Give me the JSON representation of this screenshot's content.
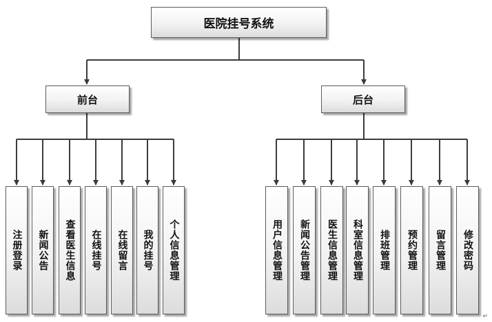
{
  "root": {
    "label": "医院挂号系统"
  },
  "front": {
    "label": "前台",
    "children": [
      "注册登录",
      "新闻公告",
      "查看医生信息",
      "在线挂号",
      "在线留言",
      "我的挂号",
      "个人信息管理"
    ]
  },
  "back": {
    "label": "后台",
    "children": [
      "用户信息管理",
      "新闻公告管理",
      "医生信息管理",
      "科室信息管理",
      "排班管理",
      "预约管理",
      "留言管理",
      "修改密码"
    ]
  },
  "colors": {
    "line": "#3b3b3b",
    "border": "#5a5a5a"
  },
  "mark": "↵"
}
